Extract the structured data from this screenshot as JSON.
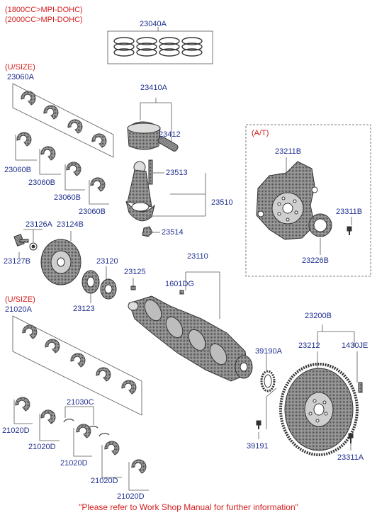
{
  "header": {
    "variant_line_1": "(1800CC>MPI-DOHC)",
    "variant_line_2": "(2000CC>MPI-DOHC)"
  },
  "group_labels": {
    "bearing_upper_size": "(U/SIZE)",
    "crank_bearing_size": "(U/SIZE)",
    "auto_trans": "(A/T)"
  },
  "parts": {
    "piston_ring_set": "23040A",
    "bearing_set_upper": "23060A",
    "bearing_1": "23060B",
    "bearing_2": "23060B",
    "bearing_3": "23060B",
    "bearing_4": "23060B",
    "piston_assembly": "23410A",
    "piston_pin": "23412",
    "conrod_bolt": "23513",
    "connecting_rod": "23510",
    "conrod_nut": "23514",
    "drive_plate": "23211B",
    "drive_plate_bolt": "23311B",
    "adapter_plate": "23226B",
    "pulley_bolt": "23126A",
    "damper_pulley": "23124B",
    "washer": "23127B",
    "timing_sprocket": "23120",
    "key": "23125",
    "flange": "23123",
    "crankshaft": "23110",
    "pin": "1601DG",
    "main_bearing_set": "21020A",
    "thrust_bearing": "21030C",
    "main_bearing_1": "21020D",
    "main_bearing_2": "21020D",
    "main_bearing_3": "21020D",
    "main_bearing_4": "21020D",
    "main_bearing_5": "21020D",
    "flywheel_assembly": "23200B",
    "sensor_wheel": "39190A",
    "flywheel": "23212",
    "flywheel_bolt": "1430JE",
    "sensor_bolt": "39191",
    "flywheel_bolt_2": "23311A"
  },
  "footer": {
    "note": "\"Please refer to Work Shop Manual for further information\""
  }
}
